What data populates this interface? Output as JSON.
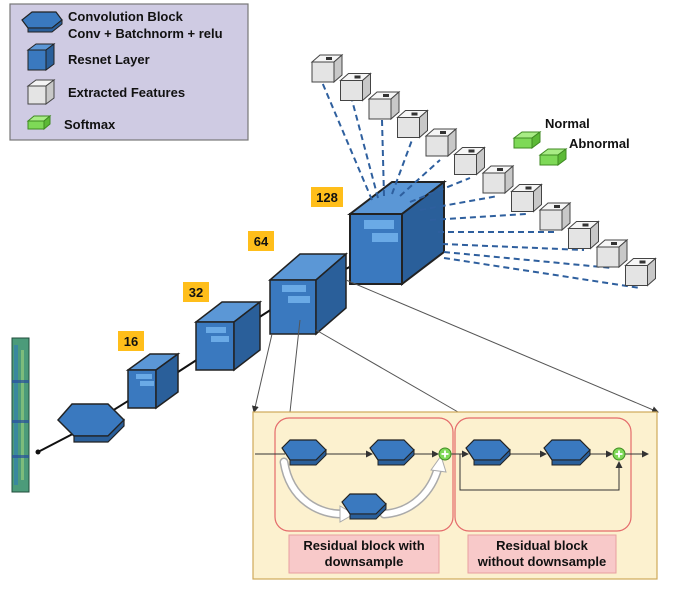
{
  "legend": {
    "items": [
      {
        "line1": "Convolution Block",
        "line2": "Conv + Batchnorm + relu"
      },
      {
        "line1": "Resnet Layer"
      },
      {
        "line1": "Extracted Features"
      },
      {
        "line1": "Softmax"
      }
    ]
  },
  "layers": [
    {
      "label": "16"
    },
    {
      "label": "32"
    },
    {
      "label": "64"
    },
    {
      "label": "128"
    }
  ],
  "outputs": {
    "normal": "Normal",
    "abnormal": "Abnormal"
  },
  "detail": {
    "block_with_downsample": "Residual block with downsample",
    "block_without_downsample": "Residual block without downsample",
    "block_with_downsample_lines": [
      "Residual block with",
      "downsample"
    ],
    "block_without_downsample_lines": [
      "Residual block",
      "without downsample"
    ]
  },
  "colors": {
    "legend_bg": "#cfcbe3",
    "cube_blue": "#3a79bf",
    "cube_gray": "#e4e4e4",
    "softmax_green": "#7ed957",
    "label_bg": "#ffbe1a",
    "detail_bg": "#fcf1cf",
    "block_label_bg": "#f8c9c9",
    "block_outline": "#e46b6b",
    "dash_blue": "#2e5f9e"
  }
}
